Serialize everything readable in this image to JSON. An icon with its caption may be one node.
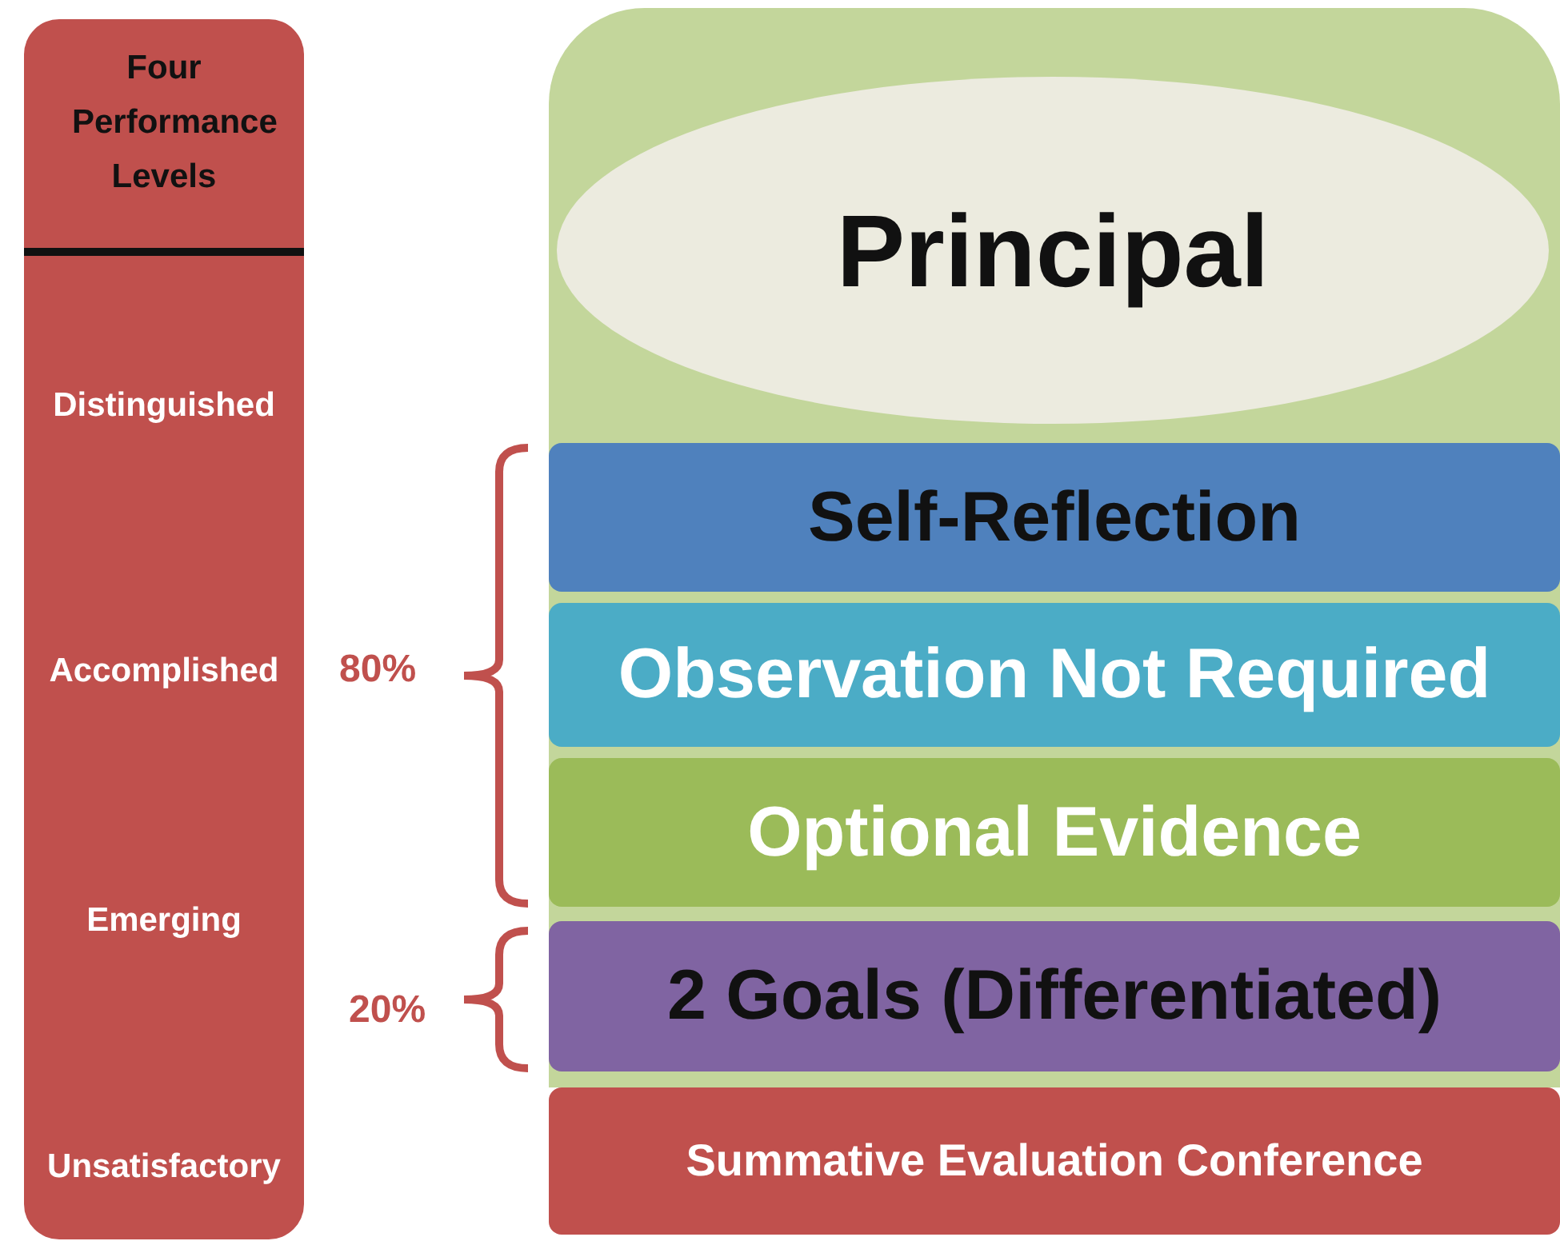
{
  "diagram": {
    "nodes": [
      {
        "text": [
          "Four Performance Levels",
          "Distinguished",
          "Accomplished",
          "Emerging",
          "Unsatisfactory"
        ]
      },
      {
        "text": [],
        "shape": "box"
      },
      {
        "text": [
          "Principal"
        ],
        "in": 1
      },
      {
        "text": [
          "Self-Reflection"
        ],
        "in": 1
      },
      {
        "text": [
          "Observation Not Required"
        ],
        "in": 1
      },
      {
        "text": [
          "Optional Evidence"
        ],
        "in": 1
      },
      {
        "text": [
          "2 Goals (Differentiated)"
        ],
        "in": 1
      },
      {
        "text": [
          "Summative Evaluation Conference"
        ]
      }
    ],
    "edges": [],
    "labels": [
      "80%",
      "20%"
    ]
  }
}
